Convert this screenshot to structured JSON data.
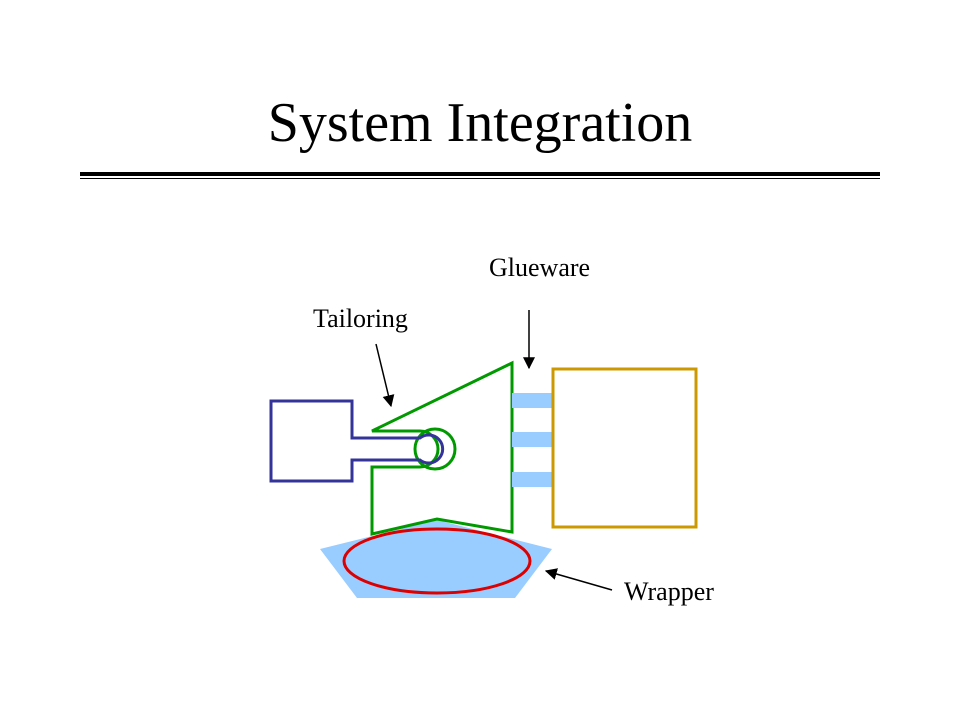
{
  "slide": {
    "title": "System Integration"
  },
  "diagram": {
    "labels": {
      "glueware": "Glueware",
      "tailoring": "Tailoring",
      "wrapper": "Wrapper"
    },
    "colors": {
      "component": "#33339a",
      "adapter": "#009900",
      "target_system": "#cc9900",
      "glue": "#99ccff",
      "wrapper_ring": "#dd0000",
      "wrapper_base": "#99ccff",
      "text": "#000000"
    }
  }
}
